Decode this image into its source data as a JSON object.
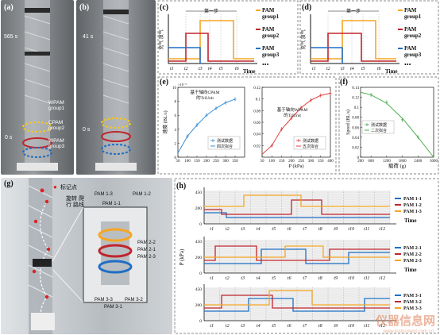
{
  "panels": {
    "a": {
      "label": "(a)",
      "time_top": "565 s",
      "time_bottom": "0 s",
      "labels": [
        "WPAM group1",
        "CPAM group2",
        "WPAM group3"
      ]
    },
    "b": {
      "label": "(b)",
      "time_top": "41 s",
      "time_bottom": "0 s"
    },
    "c": {
      "label": "(c)",
      "step": "第一步",
      "ylabel": "充气 放气",
      "legend": [
        "PAM group1",
        "PAM group2",
        "PAM group3"
      ],
      "ticks": [
        "t1",
        "t2",
        "t3",
        "t4",
        "t5",
        "t6"
      ],
      "xlabel": "Time",
      "ellipsis": "•••"
    },
    "d": {
      "label": "(d)",
      "step": "第一步",
      "ylabel": "充气 放气",
      "legend": [
        "PAM group1",
        "PAM group2",
        "PAM group3"
      ],
      "ticks": [
        "t1",
        "t2",
        "t3",
        "t4",
        "t5",
        "t6"
      ],
      "xlabel": "Time",
      "ellipsis": "•••"
    },
    "e": {
      "label": "(e)"
    },
    "f": {
      "label": "(f)"
    },
    "g": {
      "label": "(g)",
      "marker_legend": "标记点",
      "path_label": "旋转 爬行 路线",
      "pam_labels": [
        "PAM 1-3",
        "PAM 1-2",
        "PAM 1-1",
        "PAM 2-2",
        "PAM 2-1",
        "PAM 2-3",
        "PAM 3-3",
        "PAM 3-2",
        "PAM 3-1"
      ]
    },
    "h": {
      "label": "(h)",
      "xlabel": "Time",
      "ylabel": "P (kPa)",
      "ticks": [
        "t1",
        "t2",
        "t3",
        "t4",
        "t5",
        "t6",
        "t7",
        "t8",
        "t9",
        "t10",
        "t11",
        "t12"
      ],
      "legends": [
        [
          "PAM 1-1",
          "PAM 1-2",
          "PAM 1-3"
        ],
        [
          "PAM 2-1",
          "PAM 2-2",
          "PAM 2-3"
        ],
        [
          "PAM 3-1",
          "PAM 3-2",
          "PAM 3-3"
        ]
      ]
    }
  },
  "chart_data": [
    {
      "type": "line",
      "panel": "e-left",
      "title": "基于轴向CPAM 的TriUnit",
      "xlabel": "",
      "ylabel": "速度 (BL/s)",
      "ylim": [
        0,
        10
      ],
      "y_multiplier": "×10⁻³",
      "xlim": [
        50,
        400
      ],
      "xticks": [
        50,
        100,
        150,
        200,
        250,
        300,
        350
      ],
      "yticks": [
        0,
        2,
        4,
        6,
        8,
        10
      ],
      "series": [
        {
          "name": "测试数据",
          "kind": "scatter",
          "x": [
            100,
            150,
            200,
            250,
            300,
            350
          ],
          "y": [
            3.0,
            4.6,
            6.0,
            7.0,
            7.8,
            8.3
          ]
        },
        {
          "name": "四次拟合",
          "kind": "line",
          "x": [
            50,
            100,
            150,
            200,
            250,
            300,
            350
          ],
          "y": [
            0.6,
            3.0,
            4.6,
            6.0,
            7.0,
            7.8,
            8.3
          ]
        }
      ]
    },
    {
      "type": "line",
      "panel": "e-right",
      "title": "基于轴向WPAM 的TriUnit",
      "xlabel": "P (kPa)",
      "ylabel": "",
      "ylim": [
        0,
        0.12
      ],
      "xlim": [
        50,
        400
      ],
      "xticks": [
        50,
        100,
        150,
        200,
        250,
        300,
        350,
        400
      ],
      "yticks": [
        0.02,
        0.04,
        0.06,
        0.08,
        0.1,
        0.12
      ],
      "series": [
        {
          "name": "测试数据",
          "kind": "scatter",
          "x": [
            100,
            150,
            200,
            250,
            300,
            350,
            400
          ],
          "y": [
            0.02,
            0.048,
            0.067,
            0.085,
            0.098,
            0.106,
            0.11
          ]
        },
        {
          "name": "五次拟合",
          "kind": "line",
          "x": [
            50,
            100,
            150,
            200,
            250,
            300,
            350,
            400
          ],
          "y": [
            0.005,
            0.02,
            0.048,
            0.067,
            0.085,
            0.098,
            0.106,
            0.11
          ]
        }
      ]
    },
    {
      "type": "line",
      "panel": "f",
      "title": "",
      "xlabel": "载荷 (g)",
      "ylabel": "Speed (BL/s)",
      "ylim": [
        0,
        0.14
      ],
      "xlim": [
        200,
        3000
      ],
      "xticks": [
        200,
        600,
        1200,
        1800,
        2400,
        3000
      ],
      "yticks": [
        0,
        0.02,
        0.04,
        0.06,
        0.08,
        0.1,
        0.12,
        0.14
      ],
      "series": [
        {
          "name": "测试数据",
          "kind": "scatter",
          "x": [
            600,
            1200,
            1800,
            2400
          ],
          "y": [
            0.125,
            0.11,
            0.075,
            0.04
          ]
        },
        {
          "name": "二次拟合",
          "kind": "line",
          "x": [
            200,
            600,
            1200,
            1800,
            2400,
            3000
          ],
          "y": [
            0.13,
            0.125,
            0.108,
            0.078,
            0.04,
            0.0
          ]
        }
      ]
    }
  ],
  "colors": {
    "group1": "#f5a623",
    "group2": "#c0262d",
    "group3": "#1f6fc5",
    "fit_blue": "#3b8fd6",
    "fit_red": "#e04040",
    "fit_green": "#4caf50"
  }
}
